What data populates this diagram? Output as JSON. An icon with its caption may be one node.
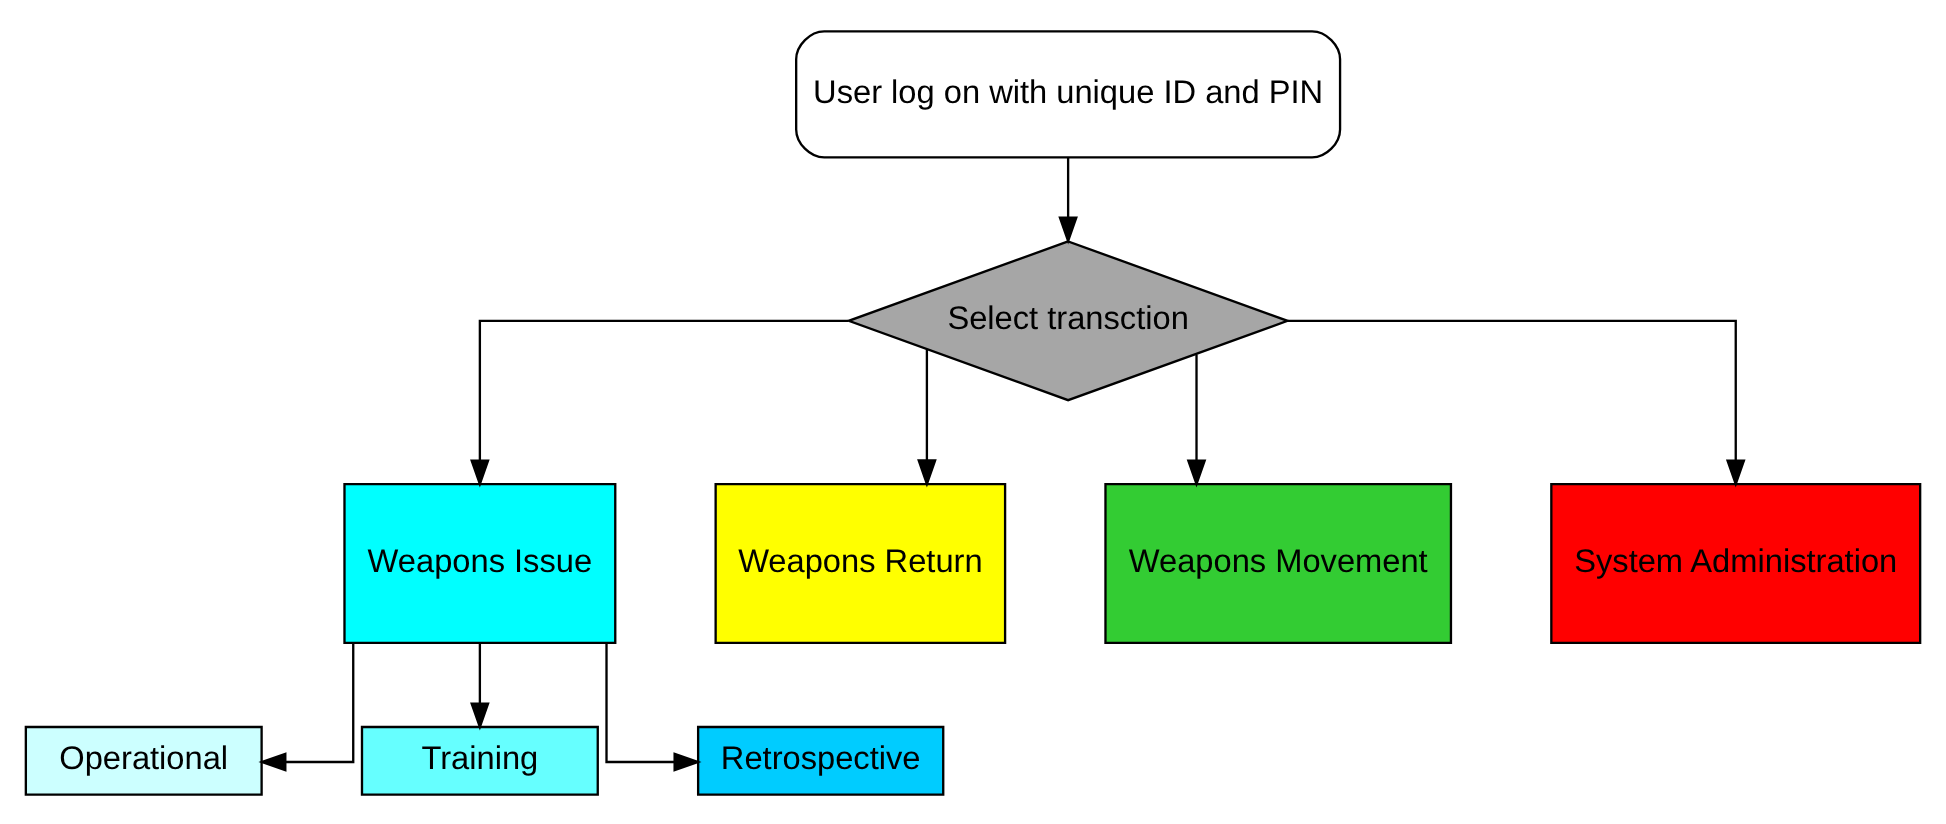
{
  "diagram": {
    "nodes": [
      {
        "text": [
          "User log on with unique ID and PIN"
        ]
      },
      {
        "text": [
          "Select transction"
        ]
      },
      {
        "text": [
          "Weapons Issue"
        ]
      },
      {
        "text": [
          "Weapons Return"
        ]
      },
      {
        "text": [
          "Weapons Movement"
        ]
      },
      {
        "text": [
          "System Administration"
        ]
      },
      {
        "text": [
          "Operational"
        ]
      },
      {
        "text": [
          "Training"
        ]
      },
      {
        "text": [
          "Retrospective"
        ]
      }
    ],
    "edges": [
      {
        "from": 0,
        "to": 1,
        "arrow": "to"
      },
      {
        "from": 1,
        "to": 2,
        "arrow": "to"
      },
      {
        "from": 1,
        "to": 3,
        "arrow": "to"
      },
      {
        "from": 1,
        "to": 4,
        "arrow": "to"
      },
      {
        "from": 1,
        "to": 5,
        "arrow": "to"
      },
      {
        "from": 2,
        "to": 6,
        "arrow": "to"
      },
      {
        "from": 2,
        "to": 7,
        "arrow": "to"
      },
      {
        "from": 2,
        "to": 8,
        "arrow": "to"
      }
    ]
  }
}
